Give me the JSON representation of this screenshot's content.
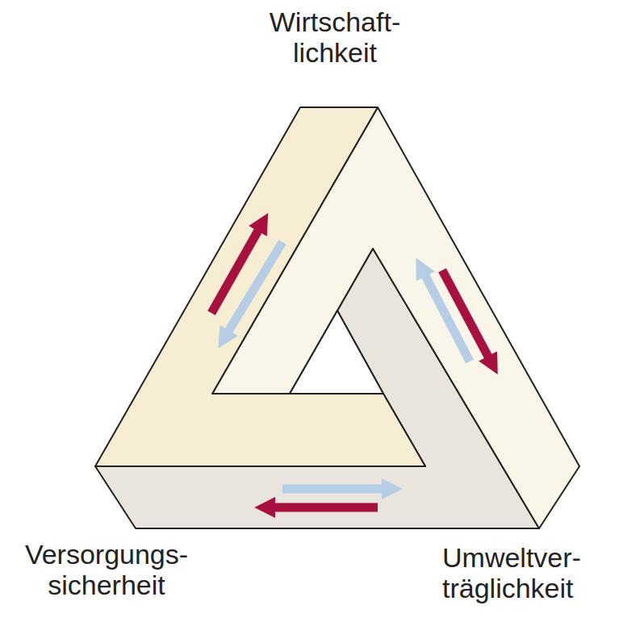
{
  "diagram": {
    "labels": [
      "Wirtschaft- lichkeit",
      "Versorgungs- sicherheit",
      "Umweltver- träglichkeit"
    ]
  }
}
